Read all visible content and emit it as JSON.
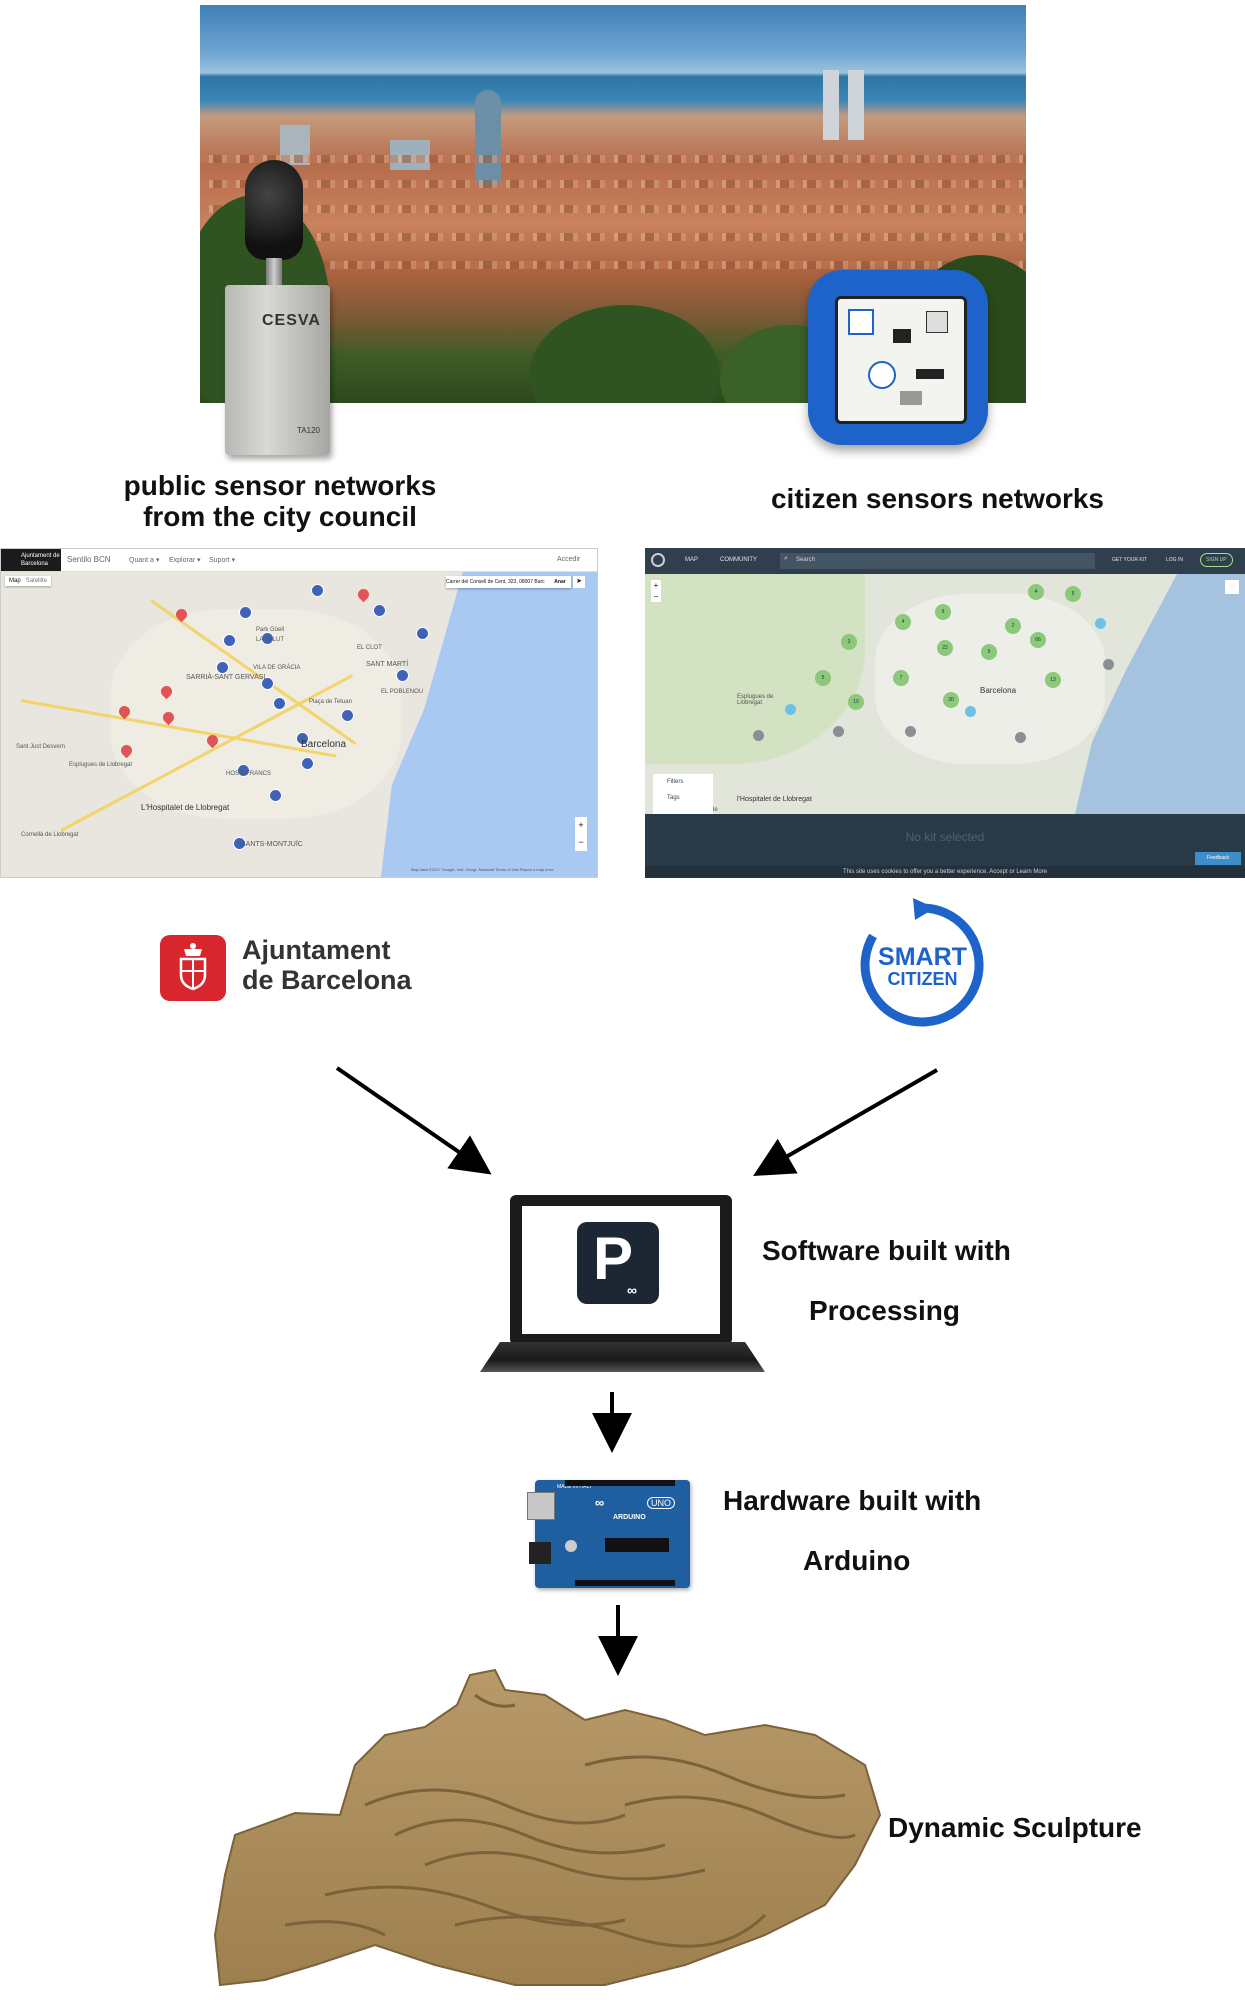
{
  "labels": {
    "public_networks": "public sensor networks\nfrom the city council",
    "citizen_networks": "citizen sensors networks",
    "software": "Software built with",
    "software_tool": "Processing",
    "hardware": "Hardware built with",
    "hardware_tool": "Arduino",
    "output": "Dynamic Sculpture"
  },
  "cesva": {
    "brand": "CESVA",
    "model": "TA120"
  },
  "logos": {
    "ajuntament_line1": "Ajuntament",
    "ajuntament_line2": "de Barcelona",
    "smart_line1": "SMART",
    "smart_line2": "CITIZEN"
  },
  "sentilo": {
    "brand": "Sentilo BCN",
    "logo_line1": "Ajuntament de",
    "logo_line2": "Barcelona",
    "menu": [
      "Quant a ▾",
      "Explorar ▾",
      "Suport ▾"
    ],
    "access": "Accedir",
    "map_toggle": [
      "Map",
      "Satellite"
    ],
    "search_value": "Carrer del Consell de Cent, 323, 08007 Barc",
    "go_button": "Anar",
    "attribution": "Map data ©2017 Google, Inst. Geogr. Nacional   Terms of Use   Report a map error",
    "places": [
      {
        "name": "Barcelona"
      },
      {
        "name": "SARRIÀ-SANT GERVASI"
      },
      {
        "name": "L'Hospitalet de Llobregat"
      },
      {
        "name": "Esplugues de Llobregat"
      },
      {
        "name": "SANT MARTÍ"
      },
      {
        "name": "Cornellà de Llobregat"
      },
      {
        "name": "SANTS-MONTJUÏC"
      },
      {
        "name": "EL POBLENOU"
      },
      {
        "name": "Plaça de Tetuan"
      },
      {
        "name": "VILA DE GRÀCIA"
      },
      {
        "name": "Park Güell"
      },
      {
        "name": "Sant Just Desvern"
      },
      {
        "name": "HOSTAFRANCS"
      },
      {
        "name": "EL CLOT"
      },
      {
        "name": "LA SALUT"
      }
    ]
  },
  "smartcitizen": {
    "nav": [
      "MAP",
      "COMMUNITY"
    ],
    "search_placeholder": "Search",
    "right_nav": [
      "GET YOUR KIT",
      "LOG IN",
      "SIGN UP"
    ],
    "filters": [
      "Filters",
      "Tags"
    ],
    "no_kit": "No kit selected",
    "cookie": "This site uses cookies to offer you a better experience.  Accept or Learn More",
    "feedback": "Feedback",
    "places": [
      "Barcelona",
      "Esplugues de Llobregat",
      "l'Hospitalet de Llobregat",
      "Cornellà de"
    ],
    "clusters": [
      "4",
      "5",
      "9",
      "4",
      "2",
      "66",
      "3",
      "22",
      "5",
      "13",
      "5",
      "7",
      "30",
      "10"
    ]
  },
  "processing_icon_letter": "P",
  "arduino_board": {
    "brand": "ARDUINO",
    "model": "UNO",
    "made_in": "MADE IN ITALY"
  },
  "colors": {
    "bcn_red": "#d8262e",
    "smart_blue": "#1e63c9",
    "arrow": "#000000"
  }
}
